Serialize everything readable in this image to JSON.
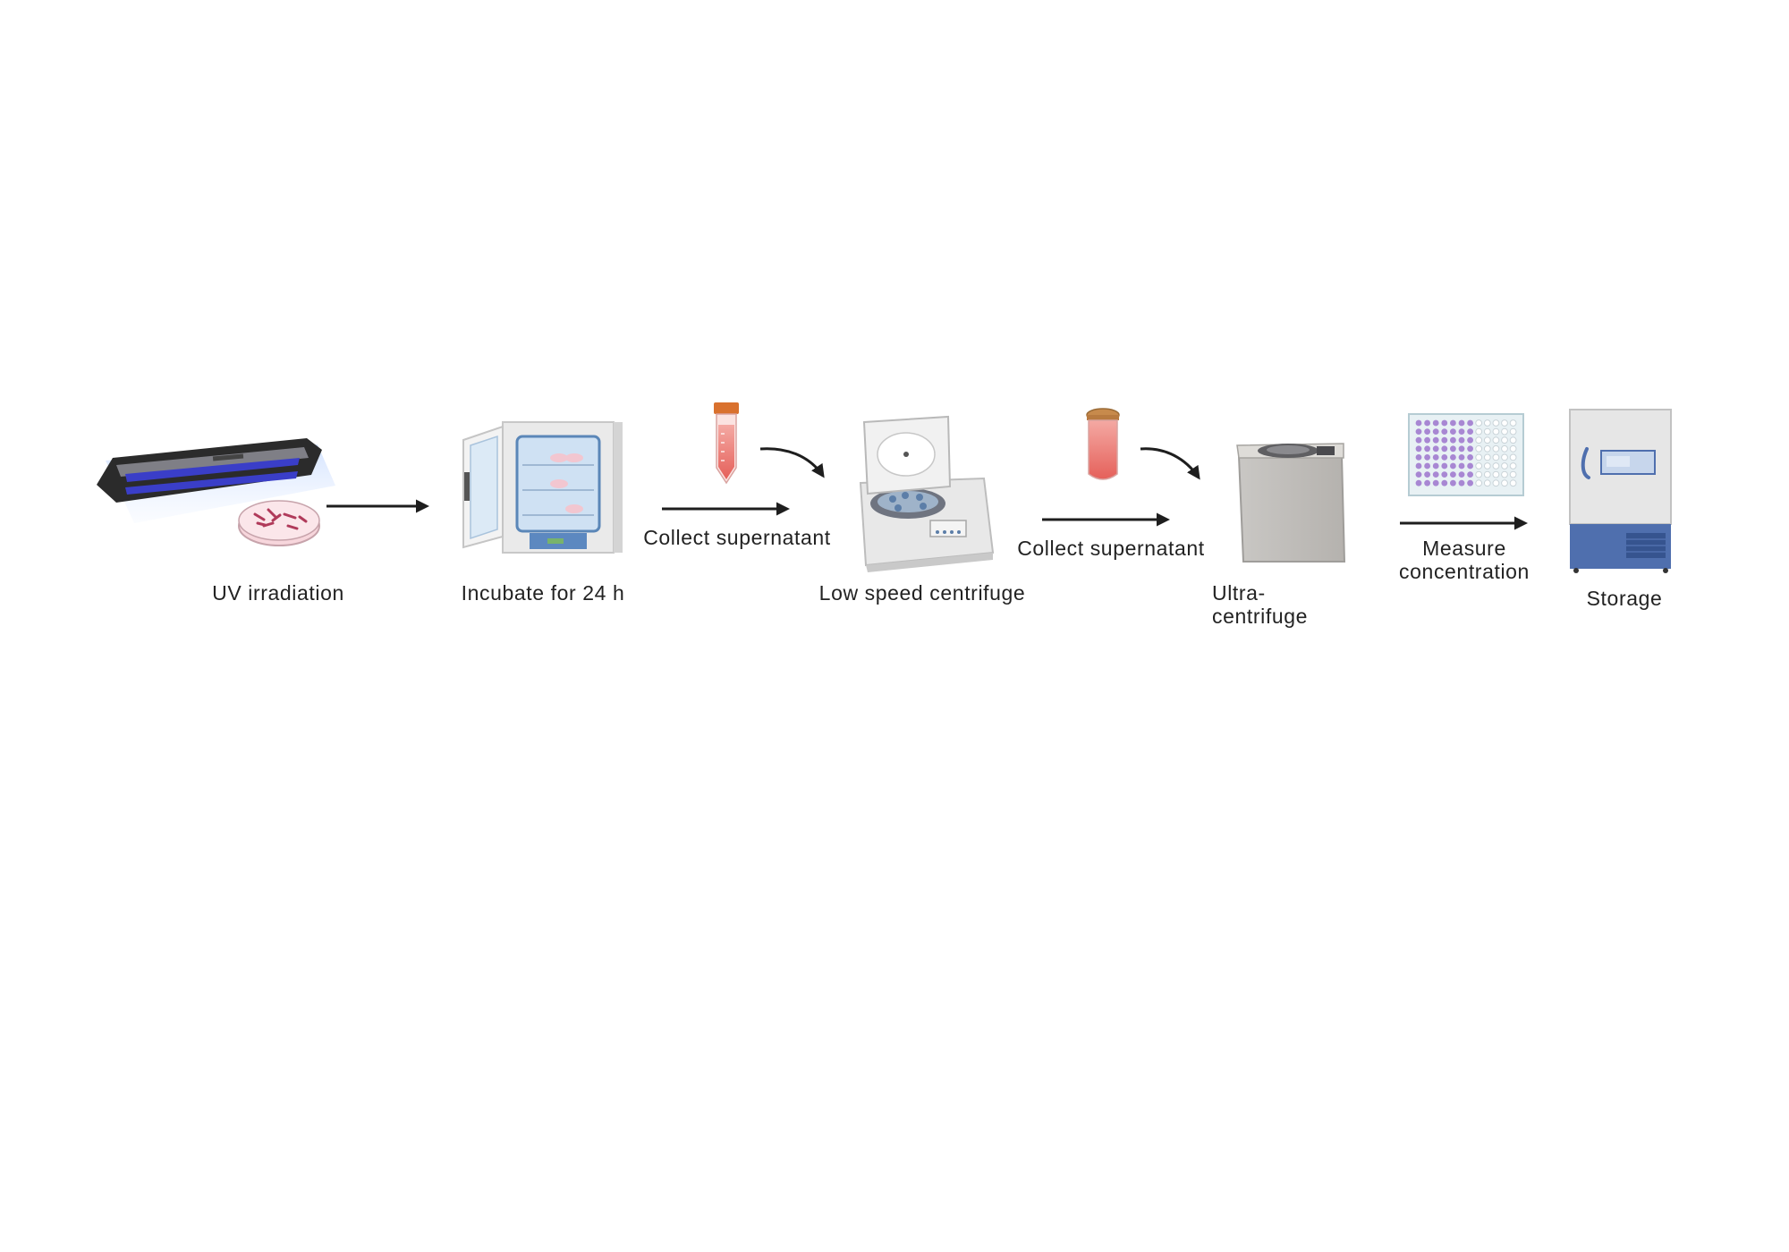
{
  "steps": [
    {
      "label": "UV irradiation"
    },
    {
      "label": "Incubate for 24 h"
    },
    {
      "label": "Low speed centrifuge"
    },
    {
      "label": "Ultra-\ncentrifuge"
    },
    {
      "label": "Measure\nconcentration"
    },
    {
      "label": "Storage"
    }
  ],
  "transfers": [
    {
      "label": "Collect supernatant"
    },
    {
      "label": "Collect supernatant"
    }
  ],
  "icons": {
    "uv_lamp": "uv-lamp-icon",
    "petri_dish": "petri-dish-icon",
    "incubator": "incubator-icon",
    "conical_tube": "conical-tube-icon",
    "centrifuge": "centrifuge-icon",
    "ultracentrifuge_tube": "ultracentrifuge-tube-icon",
    "ultracentrifuge": "ultracentrifuge-icon",
    "well_plate": "well-plate-icon",
    "freezer": "freezer-icon"
  },
  "colors": {
    "arrow": "#1e1e1e",
    "uv_light": "#3a3ec8",
    "sample": "#e8746e",
    "tube_cap": "#d9712e",
    "well": "#a887d3",
    "freezer_base": "#4f6fae"
  }
}
